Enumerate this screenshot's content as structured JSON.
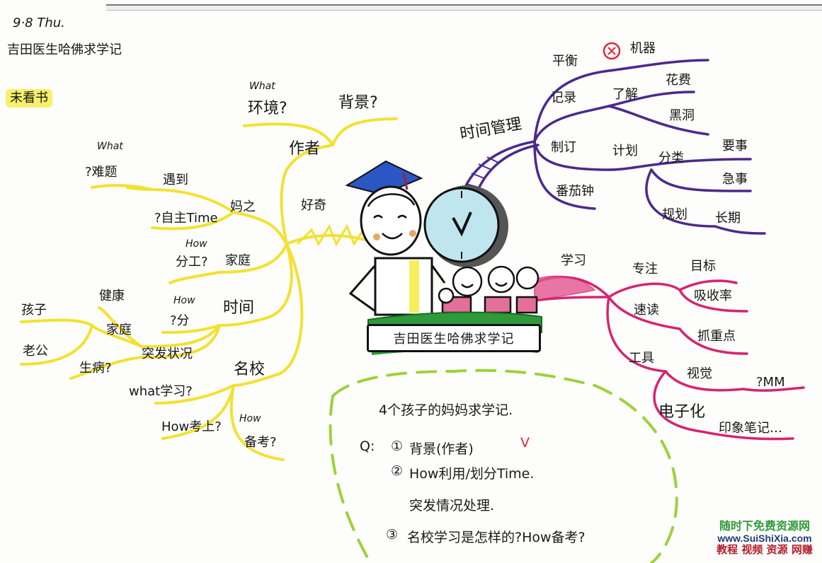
{
  "header": {
    "date": "9·8 Thu.",
    "title": "吉田医生哈佛求学记",
    "status_tag": "未看书"
  },
  "center": {
    "banner": "吉田医生哈佛求学记",
    "icons": [
      "graduate-cap-icon",
      "student-face-icon",
      "clock-icon",
      "children-faces-icon",
      "grass-icon"
    ]
  },
  "colors": {
    "yellow_branch": "#f2e230",
    "purple_branch": "#4a2a8c",
    "pink_branch": "#d62470",
    "green_cloud": "#9ed13a",
    "highlight": "#f6f06a",
    "clock_face": "#bfe6ee",
    "cap": "#2b56c4",
    "red_mark": "#e0283a"
  },
  "left_branch": {
    "root": "好奇",
    "author": {
      "label": "作者",
      "children": [
        {
          "prefix": "What",
          "label": "环境?"
        },
        {
          "label": "背景?"
        }
      ]
    },
    "mom": {
      "label": "妈之",
      "children": [
        {
          "label": "遇到",
          "children": [
            {
              "prefix": "What",
              "label": "?难题"
            }
          ]
        },
        {
          "label": "?自主Time"
        }
      ]
    },
    "family": {
      "label": "家庭",
      "children": [
        {
          "prefix": "How",
          "label": "分工?"
        }
      ]
    },
    "time": {
      "label": "时间",
      "children": [
        {
          "prefix": "How",
          "label": "?分"
        },
        {
          "label": "家庭",
          "children": [
            {
              "label": "孩子"
            },
            {
              "label": "老公"
            }
          ]
        },
        {
          "label": "健康"
        },
        {
          "label": "突发状况",
          "children": [
            {
              "label": "生病?"
            }
          ]
        }
      ]
    },
    "school": {
      "label": "名校",
      "children": [
        {
          "label": "what学习?"
        },
        {
          "label": "How考上?"
        },
        {
          "prefix": "How",
          "label": "备考?"
        }
      ]
    }
  },
  "purple_branch": {
    "root": "时间管理",
    "children": [
      {
        "label": "平衡",
        "mark": "✕",
        "children": [
          {
            "label": "机器"
          }
        ]
      },
      {
        "label": "记录",
        "children": [
          {
            "label": "了解",
            "children": [
              {
                "label": "花费"
              },
              {
                "label": "黑洞"
              }
            ]
          }
        ]
      },
      {
        "label": "制订",
        "children": [
          {
            "label": "计划",
            "children": [
              {
                "label": "分类",
                "children": [
                  {
                    "label": "要事"
                  },
                  {
                    "label": "急事"
                  }
                ]
              },
              {
                "label": "规划",
                "children": [
                  {
                    "label": "长期"
                  }
                ]
              }
            ]
          }
        ]
      },
      {
        "label": "番茄钟"
      }
    ]
  },
  "pink_branch": {
    "root": "学习",
    "children": [
      {
        "label": "专注",
        "children": [
          {
            "label": "目标"
          }
        ]
      },
      {
        "label": "速读",
        "children": [
          {
            "label": "吸收率"
          },
          {
            "label": "抓重点"
          }
        ]
      },
      {
        "label": "工具",
        "children": [
          {
            "label": "视觉",
            "children": [
              {
                "label": "?MM"
              }
            ]
          },
          {
            "label": "电子化",
            "children": [
              {
                "label": "印象笔记…"
              }
            ]
          }
        ]
      }
    ]
  },
  "notes": {
    "heading": "4个孩子的妈妈求学记.",
    "q_prefix": "Q:",
    "items": [
      {
        "num": "①",
        "text": "背景(作者)",
        "check": "V"
      },
      {
        "num": "②",
        "text": "How利用/划分Time."
      },
      {
        "num": "",
        "text": "突发情况处理."
      },
      {
        "num": "③",
        "text": "名校学习是怎样的?How备考?"
      }
    ]
  },
  "watermark": {
    "line1": "随时下免费资源网",
    "line2": "www.SuiShiXia.com",
    "line3": "教程 视频 资源 网赚"
  }
}
